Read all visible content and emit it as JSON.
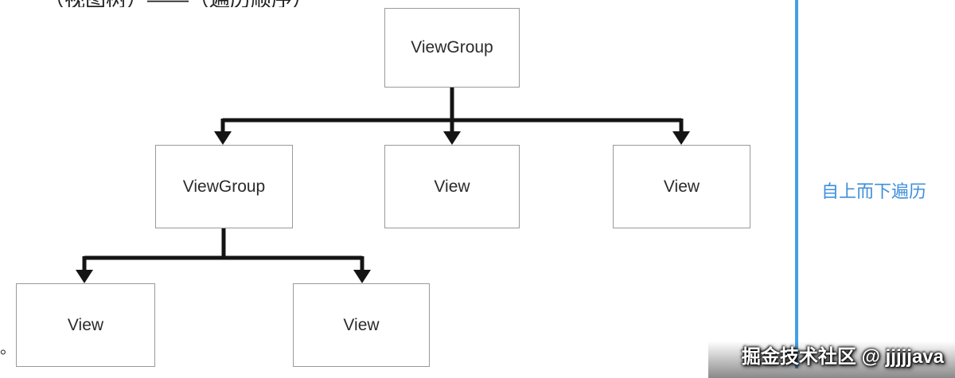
{
  "clipped_header": {
    "text": "（视图树）——（遍历顺序）"
  },
  "tree": {
    "nodes": [
      {
        "id": "root",
        "label": "ViewGroup"
      },
      {
        "id": "child-1",
        "label": "ViewGroup"
      },
      {
        "id": "child-2",
        "label": "View"
      },
      {
        "id": "child-3",
        "label": "View"
      },
      {
        "id": "grandchild-1",
        "label": "View"
      },
      {
        "id": "grandchild-2",
        "label": "View"
      }
    ],
    "edge_color": "#141414",
    "node_border_color": "#9a9a9a"
  },
  "annotation": {
    "text": "自上而下遍历",
    "text_color": "#3f8fdb",
    "line_color": "#42a0e6"
  },
  "watermark": {
    "text": "掘金技术社区 @ jjjjjava"
  },
  "stray_punctuation": {
    "text": "。"
  }
}
